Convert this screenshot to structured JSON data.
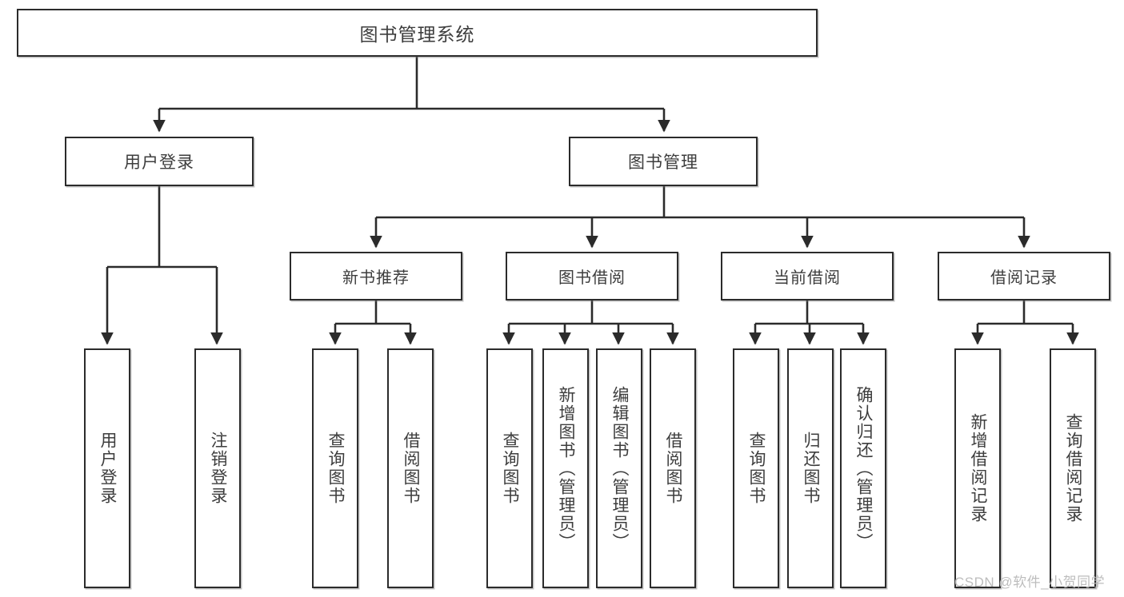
{
  "diagram": {
    "type": "tree",
    "title": "图书管理系统",
    "watermark": "CSDN @软件_小贺同学",
    "nodes": {
      "root": {
        "label": "图书管理系统"
      },
      "level1": [
        {
          "id": "user-login",
          "label": "用户登录"
        },
        {
          "id": "book-manage",
          "label": "图书管理"
        }
      ],
      "level2": [
        {
          "id": "new-book-rec",
          "label": "新书推荐",
          "parent": "book-manage"
        },
        {
          "id": "book-borrow",
          "label": "图书借阅",
          "parent": "book-manage"
        },
        {
          "id": "current-borrow",
          "label": "当前借阅",
          "parent": "book-manage"
        },
        {
          "id": "borrow-record",
          "label": "借阅记录",
          "parent": "book-manage"
        }
      ],
      "leaves": [
        {
          "id": "leaf-user-login",
          "label": "用户登录",
          "parent": "user-login"
        },
        {
          "id": "leaf-user-logout",
          "label": "注销登录",
          "parent": "user-login"
        },
        {
          "id": "leaf-query-book-1",
          "label": "查询图书",
          "parent": "new-book-rec"
        },
        {
          "id": "leaf-borrow-book-1",
          "label": "借阅图书",
          "parent": "new-book-rec"
        },
        {
          "id": "leaf-query-book-2",
          "label": "查询图书",
          "parent": "book-borrow"
        },
        {
          "id": "leaf-add-book",
          "label": "新增图书（管理员）",
          "parent": "book-borrow"
        },
        {
          "id": "leaf-edit-book",
          "label": "编辑图书（管理员）",
          "parent": "book-borrow"
        },
        {
          "id": "leaf-borrow-book-2",
          "label": "借阅图书",
          "parent": "book-borrow"
        },
        {
          "id": "leaf-query-book-3",
          "label": "查询图书",
          "parent": "current-borrow"
        },
        {
          "id": "leaf-return-book",
          "label": "归还图书",
          "parent": "current-borrow"
        },
        {
          "id": "leaf-confirm-return",
          "label": "确认归还（管理员）",
          "parent": "current-borrow"
        },
        {
          "id": "leaf-add-record",
          "label": "新增借阅记录",
          "parent": "borrow-record"
        },
        {
          "id": "leaf-query-record",
          "label": "查询借阅记录",
          "parent": "borrow-record"
        }
      ]
    },
    "colors": {
      "line": "#2b2b2b",
      "box_border": "#2b2b2b",
      "background": "#ffffff",
      "text": "#3d3d3d"
    }
  }
}
